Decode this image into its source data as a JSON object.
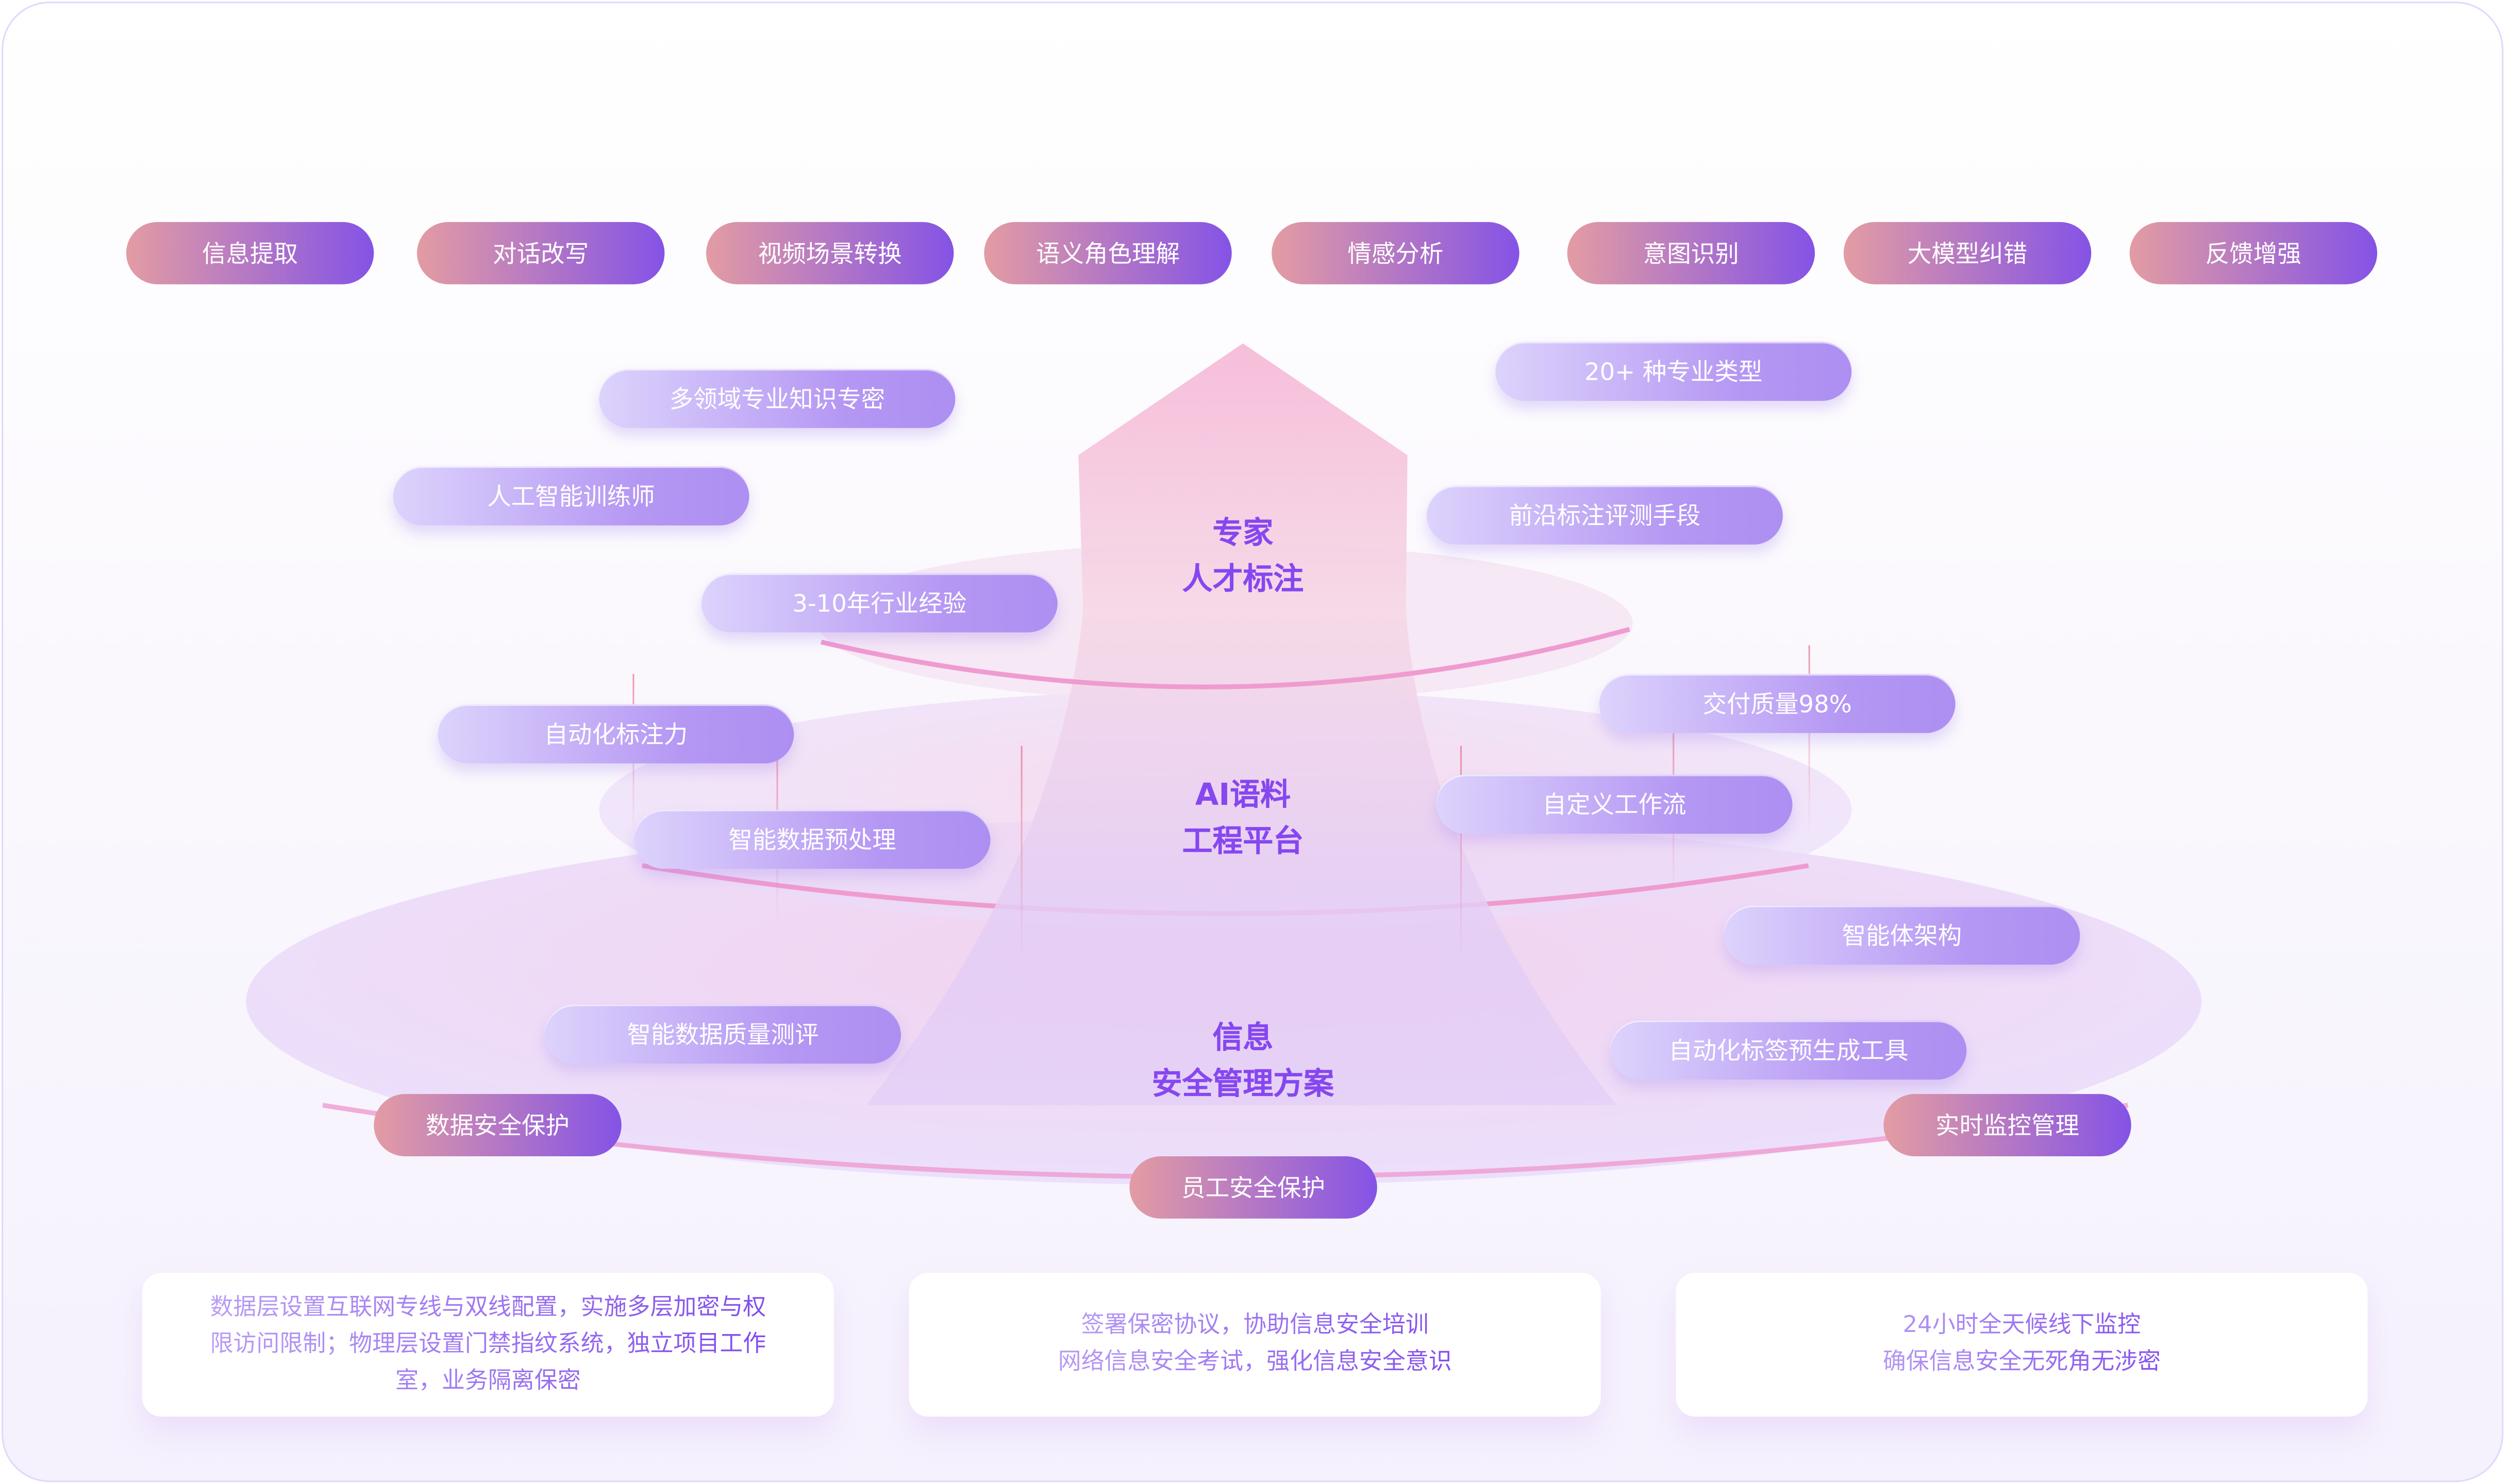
{
  "top_tags": [
    "信息提取",
    "对话改写",
    "视频场景转换",
    "语义角色理解",
    "情感分析",
    "意图识别",
    "大模型纠错",
    "反馈增强"
  ],
  "layers": [
    {
      "title_line1": "专家",
      "title_line2": "人才标注"
    },
    {
      "title_line1": "AI语料",
      "title_line2": "工程平台"
    },
    {
      "title_line1": "信息",
      "title_line2": "安全管理方案"
    }
  ],
  "left_features": [
    "多领域专业知识专密",
    "人工智能训练师",
    "3-10年行业经验",
    "自动化标注力",
    "智能数据预处理",
    "智能数据质量测评"
  ],
  "right_features": [
    "20+ 种专业类型",
    "前沿标注评测手段",
    "交付质量98%",
    "自定义工作流",
    "智能体架构",
    "自动化标签预生成工具"
  ],
  "security_tags": [
    "数据安全保护",
    "实时监控管理",
    "员工安全保护"
  ],
  "cards": [
    "数据层设置互联网专线与双线配置，实施多层加密与权限访问限制；物理层设置门禁指纹系统，独立项目工作室，业务隔离保密",
    "签署保密协议，协助信息安全培训\n网络信息安全考试，强化信息安全意识",
    "24小时全天候线下监控\n确保信息安全无死角无涉密"
  ],
  "colors": {
    "accent": "#8647f0",
    "pill_start": "#e39ca3",
    "pill_end": "#8453e6",
    "ring": "#ef9bd0"
  }
}
